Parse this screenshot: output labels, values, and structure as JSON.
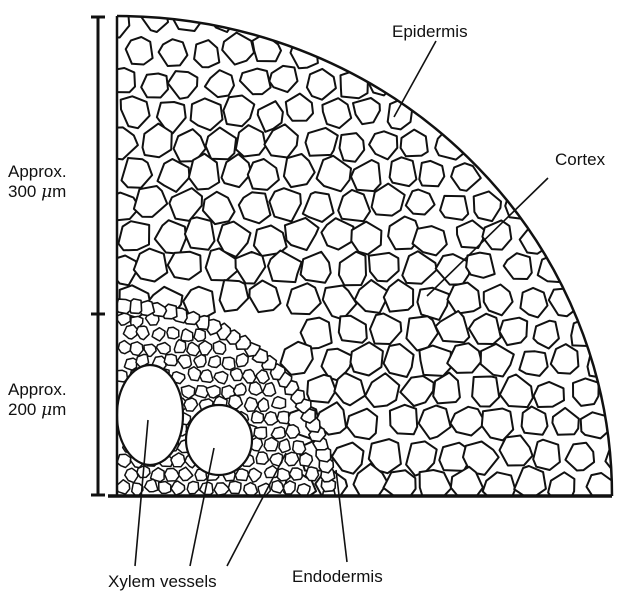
{
  "labels": {
    "epidermis": "Epidermis",
    "cortex": "Cortex",
    "endodermis": "Endodermis",
    "xylem": "Xylem vessels"
  },
  "scale_upper": {
    "line1": "Approx.",
    "value": "300",
    "mu": "μ",
    "unit": "m"
  },
  "scale_lower": {
    "line1": "Approx.",
    "value": "200",
    "mu": "μ",
    "unit": "m"
  }
}
